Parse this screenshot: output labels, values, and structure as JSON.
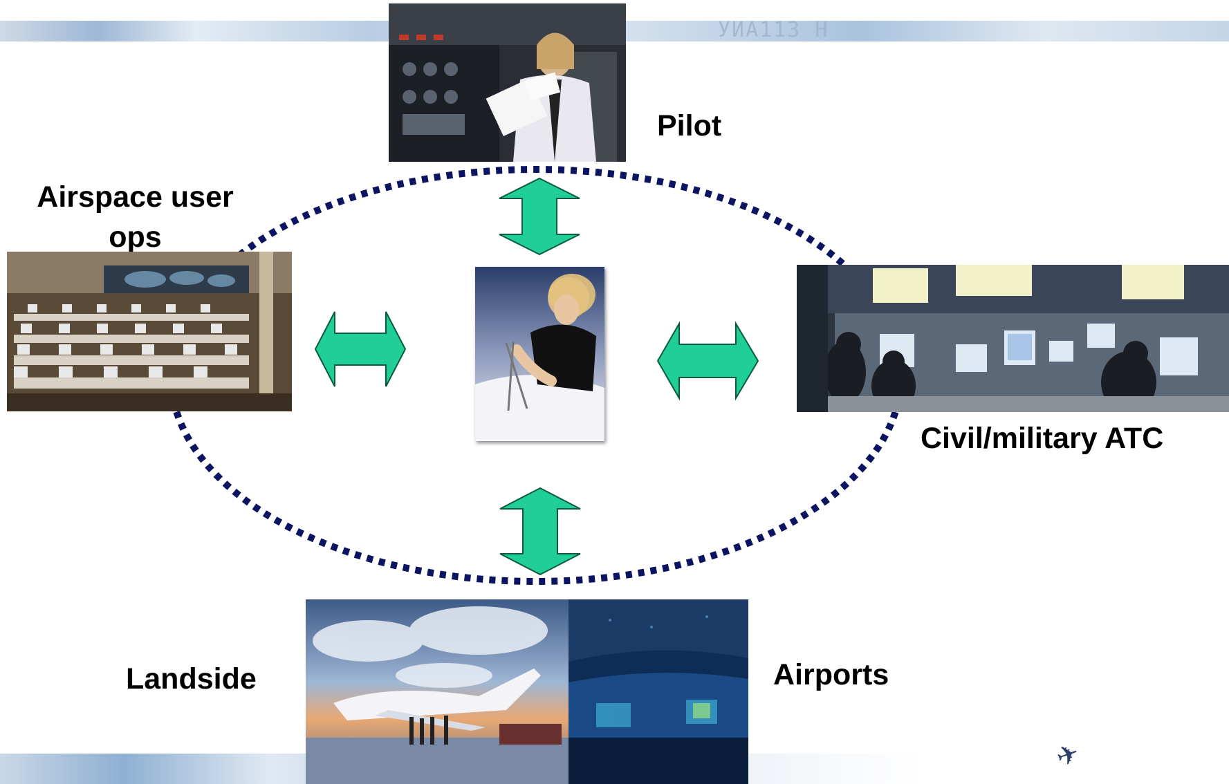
{
  "header_band_text": "УИА113 Н",
  "labels": {
    "pilot": "Pilot",
    "airspace_user_ops": "Airspace user ops",
    "civil_military_atc": "Civil/military ATC",
    "landside": "Landside",
    "airports": "Airports"
  },
  "colors": {
    "arrow_fill": "#1fcf97",
    "arrow_stroke": "#0a5a40",
    "ellipse_dots": "#0a1460"
  },
  "icons": {
    "bottom_right": "airplane-icon"
  }
}
